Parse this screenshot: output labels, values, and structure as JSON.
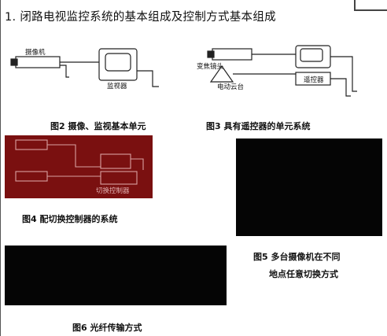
{
  "heading": "1. 闭路电视监控系统的基本组成及控制方式基本组成",
  "fig2": {
    "caption": "图2 摄像、监视基本单元",
    "camera_label": "摄像机",
    "monitor_label": "监视器"
  },
  "fig3": {
    "caption": "图3  具有遥控器的单元系统",
    "lens_label": "变焦镜头",
    "pantilt_label": "电动云台",
    "controller_label": "遥控器"
  },
  "fig4": {
    "caption": "图4  配切换控制器的系统",
    "switcher_label": "切换控制器"
  },
  "fig5": {
    "caption_line1": "图5  多台摄像机在不同",
    "caption_line2": "地点任意切换方式"
  },
  "fig6": {
    "caption": "图6  光纤传输方式"
  },
  "colors": {
    "panel_red": "#7a1010",
    "panel_black": "#050505"
  }
}
